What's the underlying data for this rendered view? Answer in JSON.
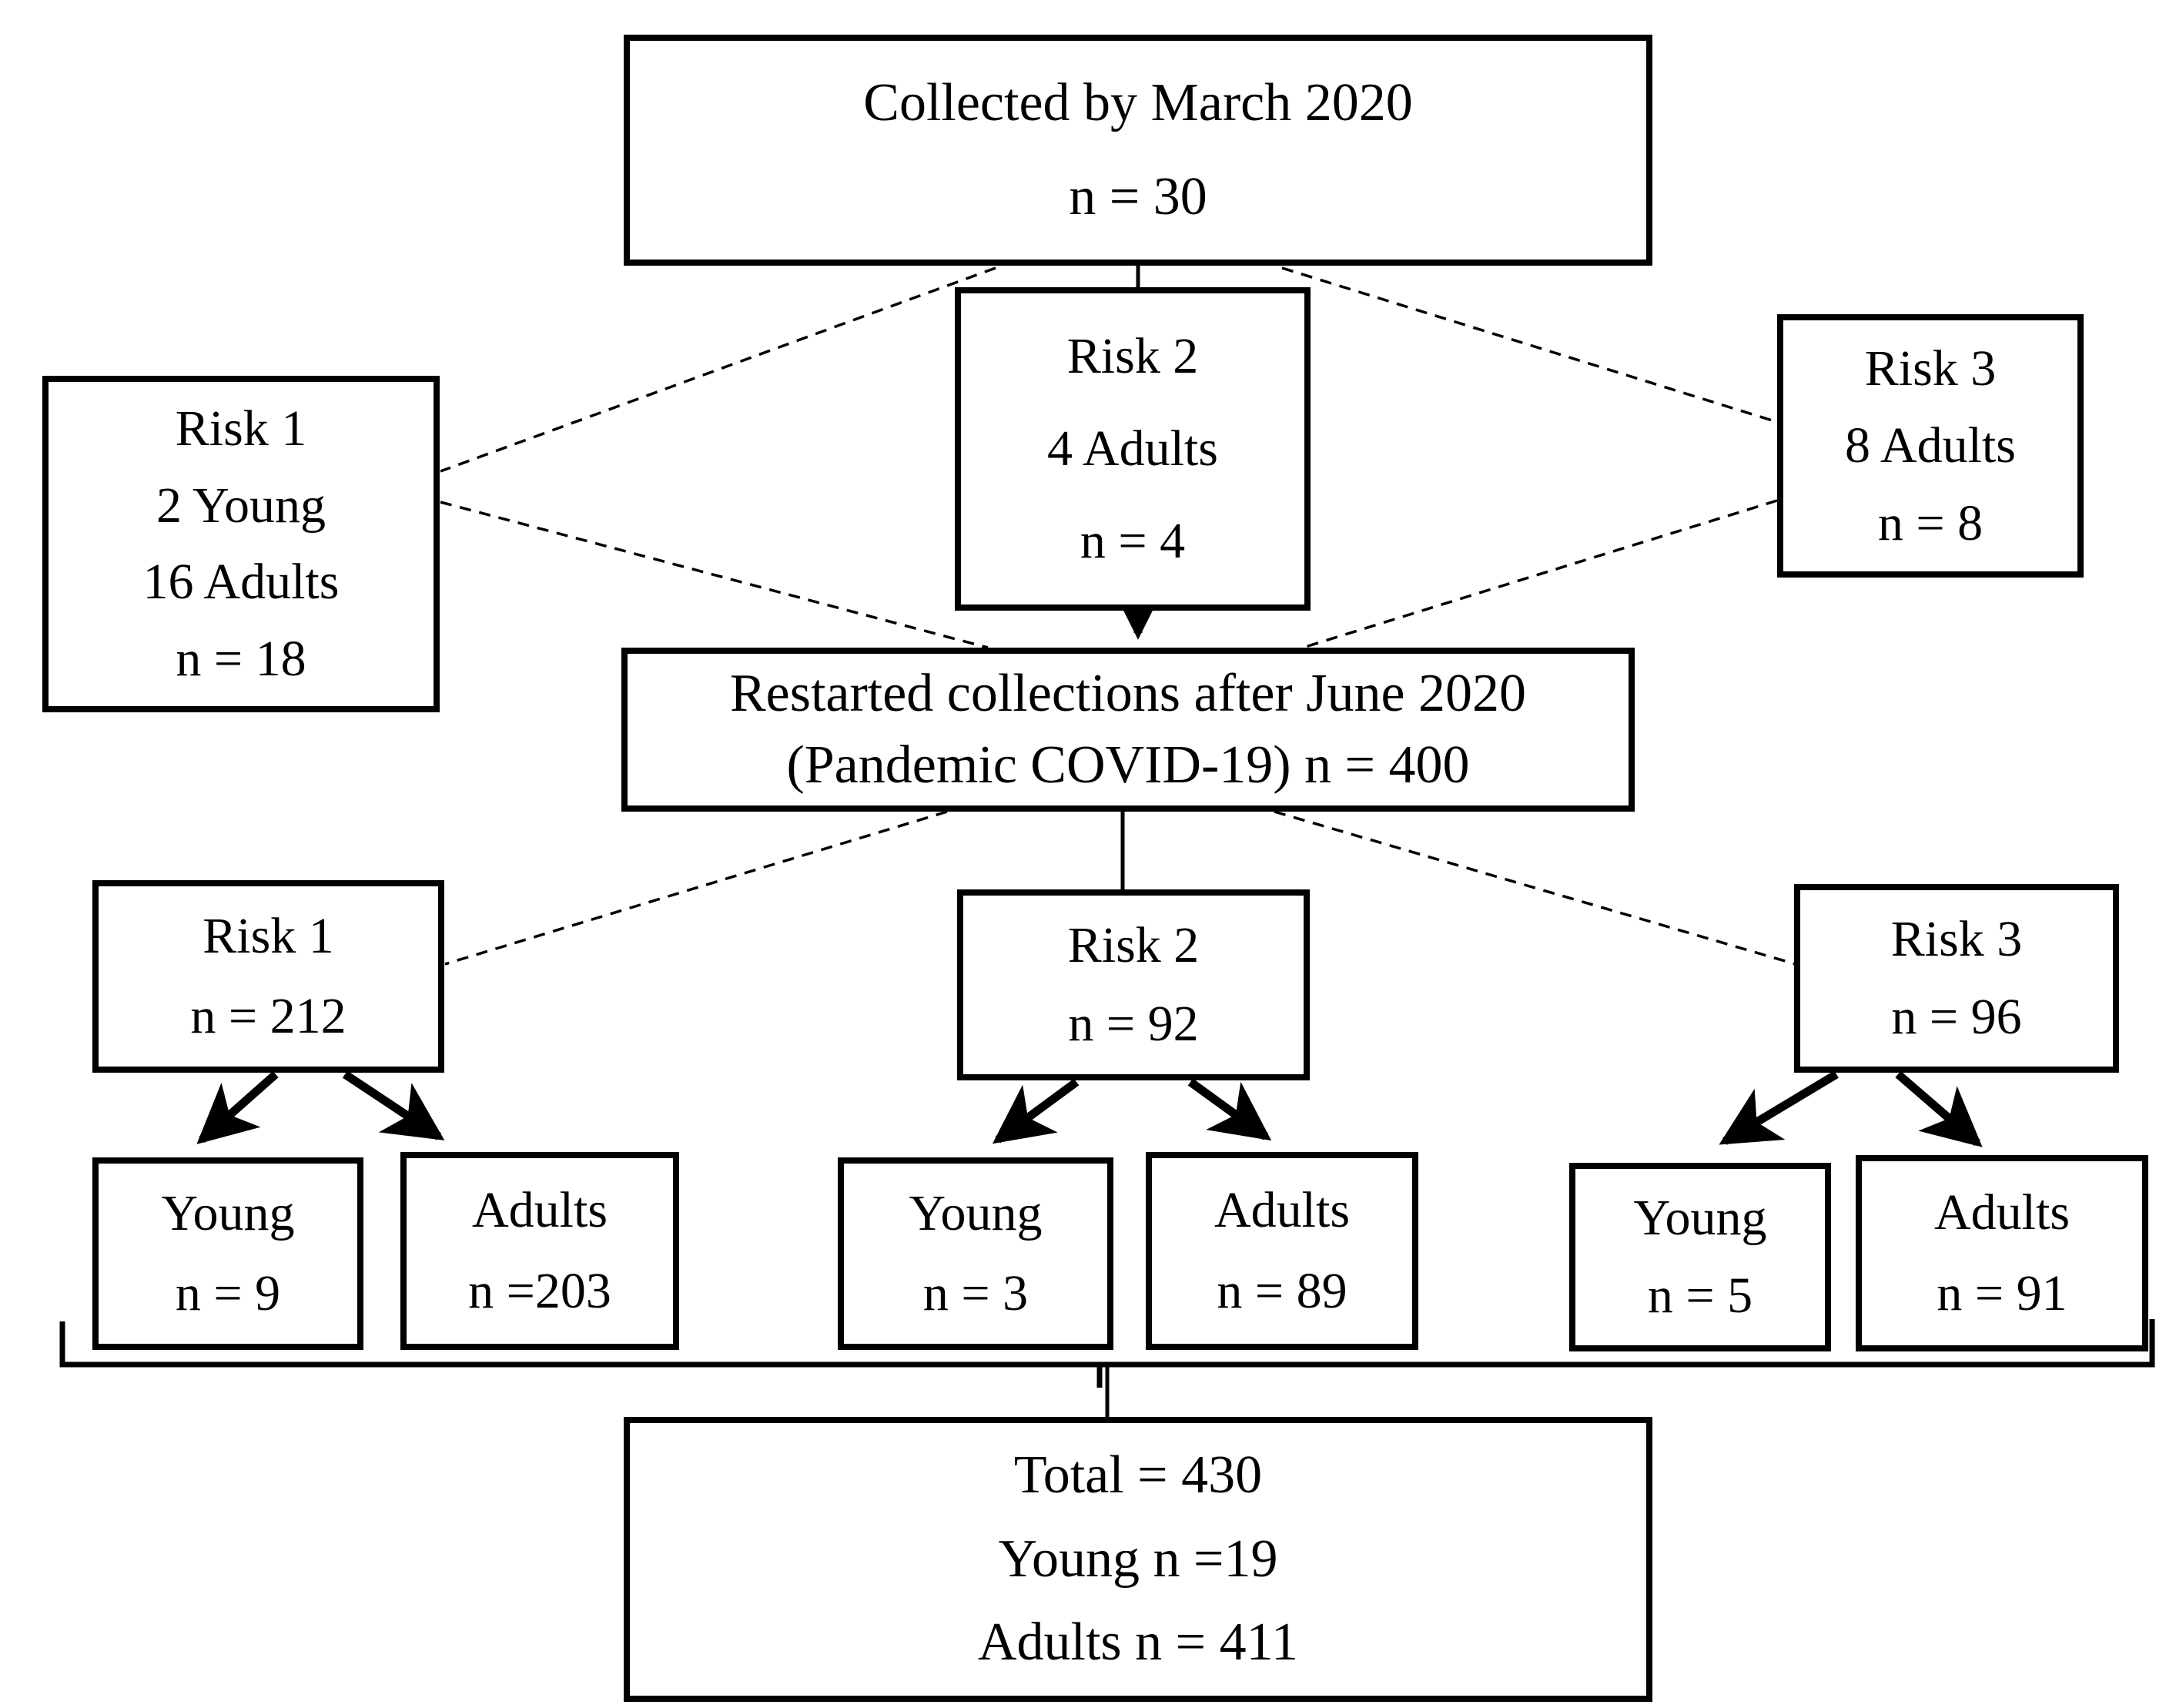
{
  "colors": {
    "ink": "#000000",
    "paper": "#ffffff"
  },
  "diagram": {
    "collected": {
      "lines": [
        "Collected by March 2020",
        "n = 30"
      ]
    },
    "risk1_initial": {
      "lines": [
        "Risk 1",
        "2 Young",
        "16 Adults",
        "n = 18"
      ]
    },
    "risk2_initial": {
      "lines": [
        "Risk 2",
        "4 Adults",
        "n = 4"
      ]
    },
    "risk3_initial": {
      "lines": [
        "Risk 3",
        "8 Adults",
        "n = 8"
      ]
    },
    "restarted": {
      "lines": [
        "Restarted collections after June 2020",
        "(Pandemic COVID-19) n = 400"
      ]
    },
    "risk1": {
      "lines": [
        "Risk 1",
        "n = 212"
      ]
    },
    "risk2": {
      "lines": [
        "Risk 2",
        "n = 92"
      ]
    },
    "risk3": {
      "lines": [
        "Risk 3",
        "n = 96"
      ]
    },
    "young_risk1": {
      "lines": [
        "Young",
        "n = 9"
      ]
    },
    "adults_risk1": {
      "lines": [
        "Adults",
        "n =203"
      ]
    },
    "young_risk2": {
      "lines": [
        "Young",
        "n = 3"
      ]
    },
    "adults_risk2": {
      "lines": [
        "Adults",
        "n = 89"
      ]
    },
    "young_risk3": {
      "lines": [
        "Young",
        "n = 5"
      ]
    },
    "adults_risk3": {
      "lines": [
        "Adults",
        "n = 91"
      ]
    },
    "total": {
      "lines": [
        "Total = 430",
        "Young n =19",
        "Adults n = 411"
      ]
    }
  }
}
